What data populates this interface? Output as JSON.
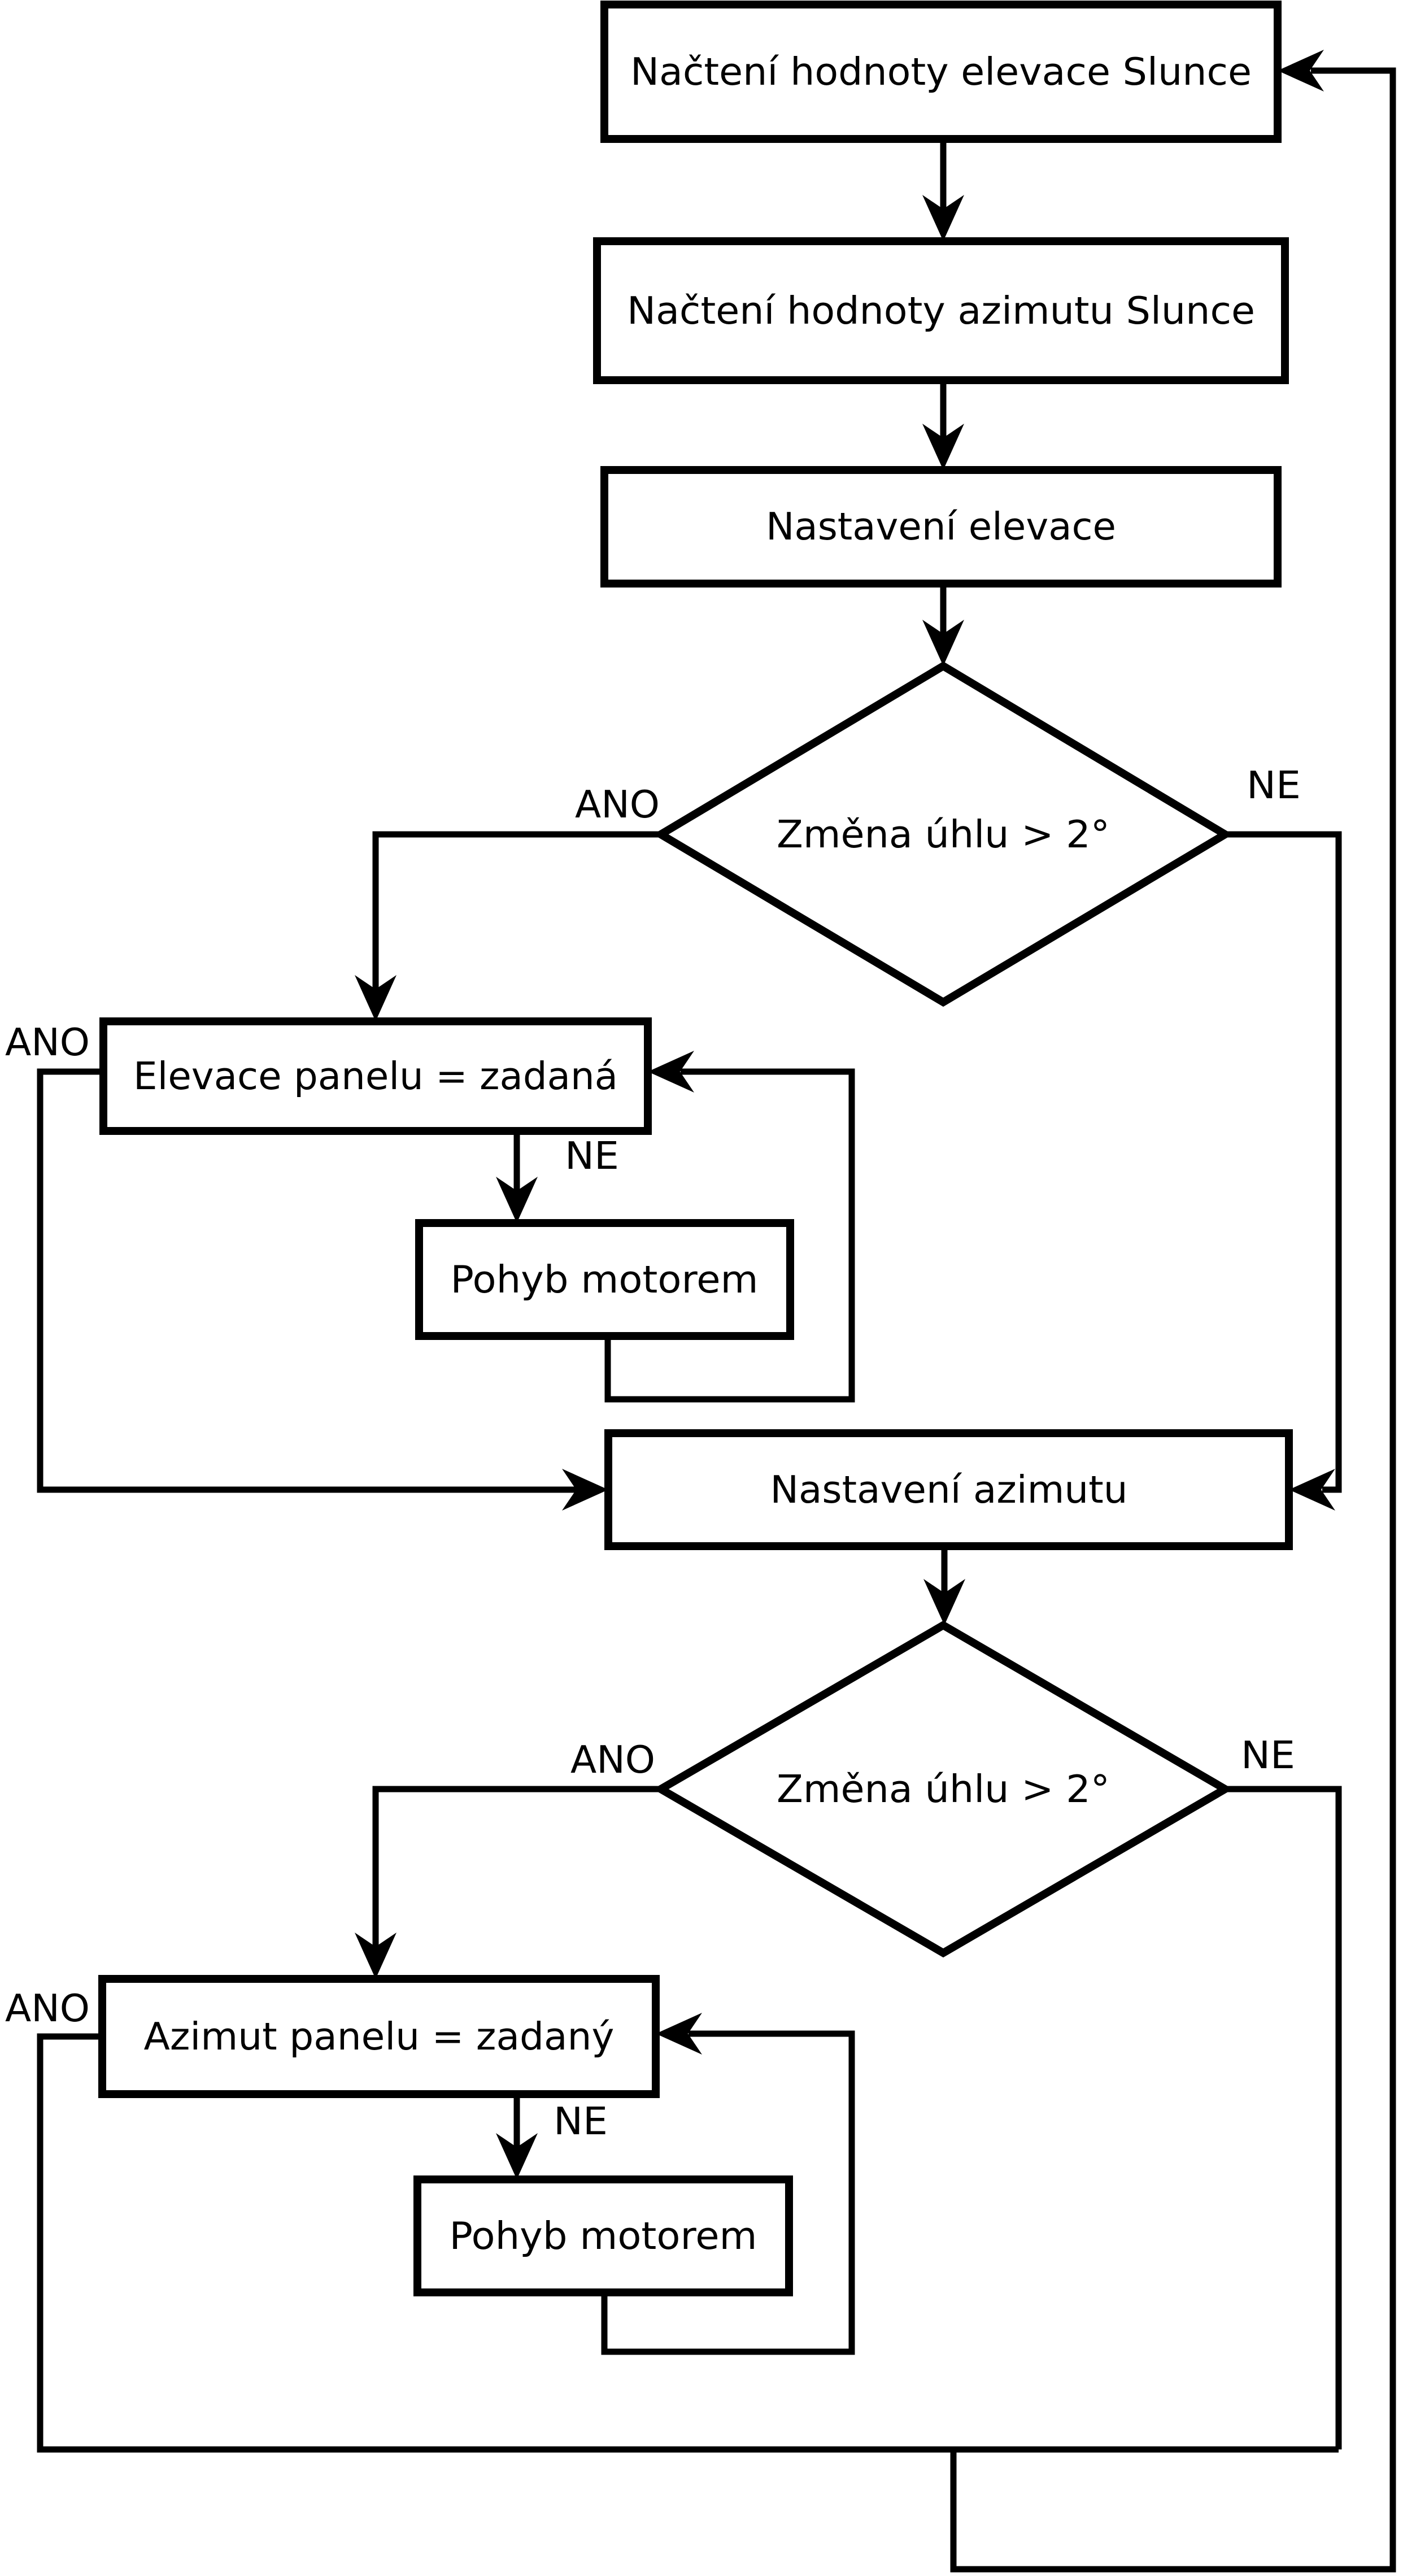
{
  "flowchart": {
    "background_color": "#ffffff",
    "line_color": "#000000",
    "text_color": "#000000",
    "nodes": {
      "load_elevation": {
        "label": "Načtení hodnoty elevace Slunce"
      },
      "load_azimuth": {
        "label": "Načtení hodnoty azimutu Slunce"
      },
      "set_elevation": {
        "label": "Nastavení elevace"
      },
      "decision_elevation": {
        "label": "Změna úhlu > 2°",
        "yes_label": "ANO",
        "no_label": "NE"
      },
      "elevation_reached": {
        "label": "Elevace panelu = zadaná",
        "yes_label": "ANO",
        "no_label": "NE"
      },
      "motor_elevation": {
        "label": "Pohyb motorem"
      },
      "set_azimuth": {
        "label": "Nastavení azimutu"
      },
      "decision_azimuth": {
        "label": "Změna úhlu > 2°",
        "yes_label": "ANO",
        "no_label": "NE"
      },
      "azimuth_reached": {
        "label": "Azimut panelu = zadaný",
        "yes_label": "ANO",
        "no_label": "NE"
      },
      "motor_azimuth": {
        "label": "Pohyb motorem"
      }
    }
  }
}
